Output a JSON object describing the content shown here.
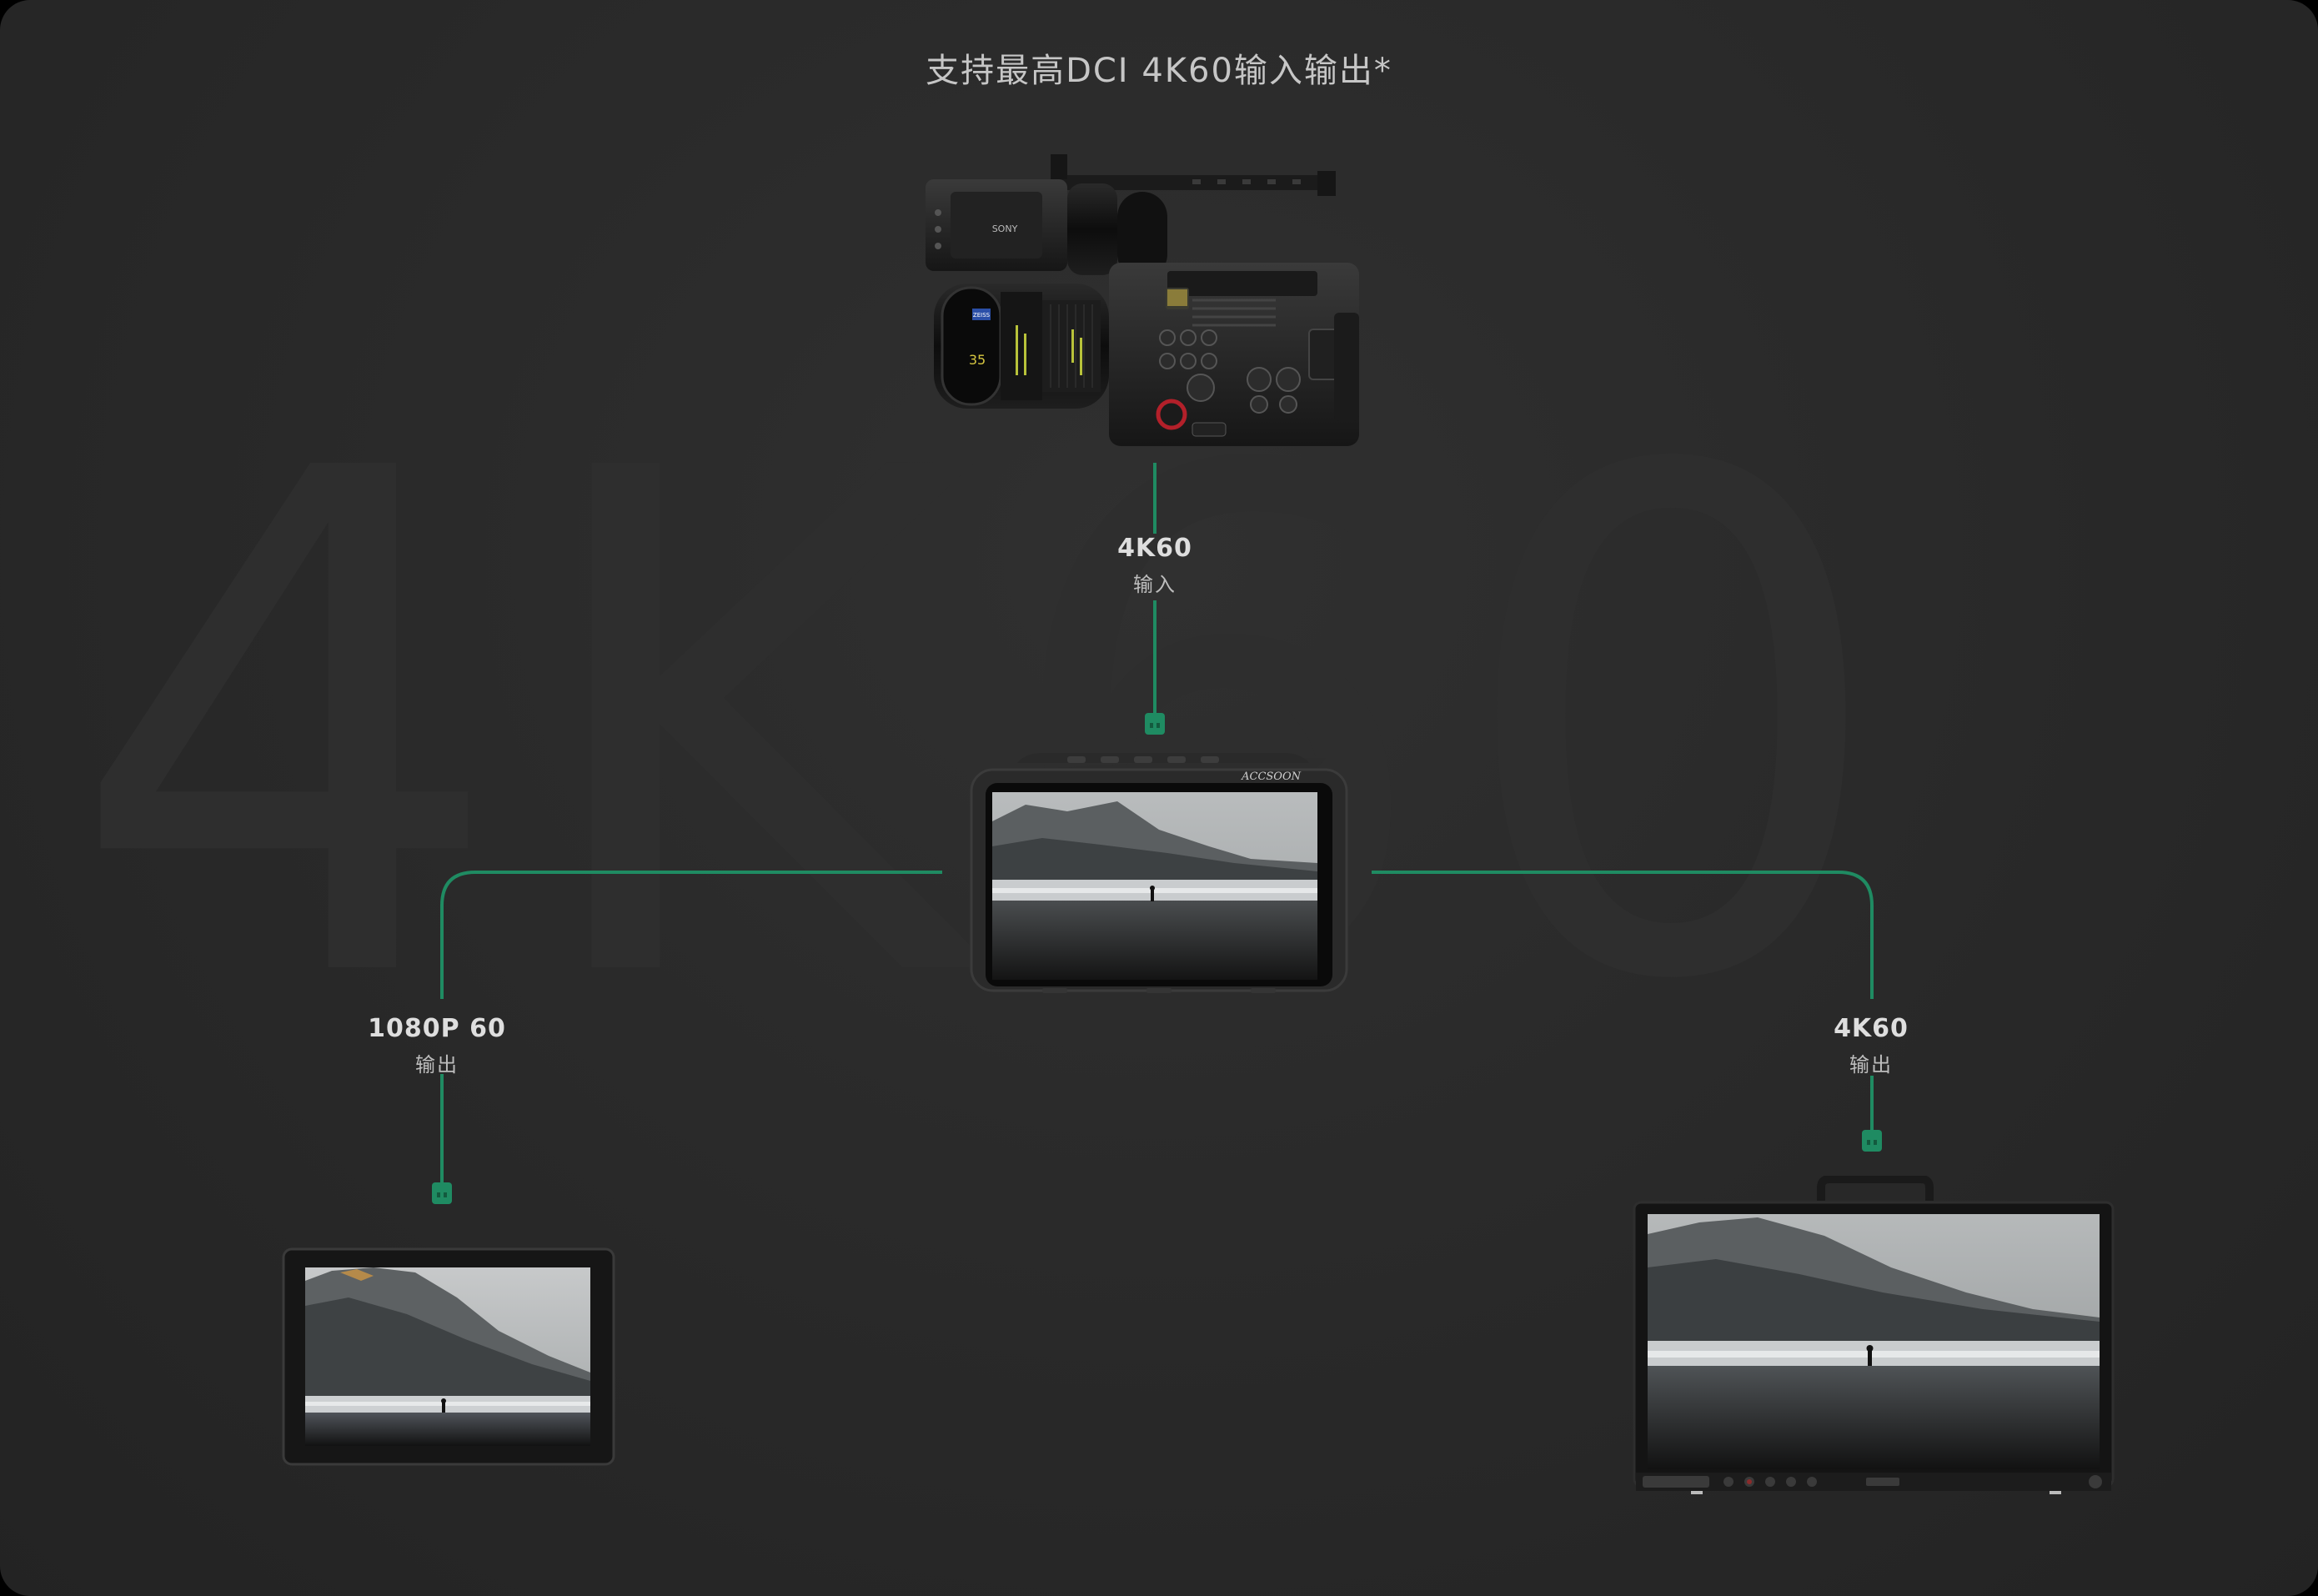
{
  "headline": "支持最高DCI 4K60输入输出*",
  "watermark": "4K60",
  "camera": {
    "lens_brand": "ZEISS",
    "lens_number": "35",
    "body_brand": "SONY"
  },
  "monitor_center": {
    "brand": "ACCSOON"
  },
  "links": {
    "input": {
      "spec": "4K60",
      "direction": "输入"
    },
    "out_left": {
      "spec": "1080P 60",
      "direction": "输出"
    },
    "out_right": {
      "spec": "4K60",
      "direction": "输出"
    }
  },
  "colors": {
    "background": "#2a2a2a",
    "accent_green": "#1f8b62",
    "headline_text": "#c6c6c6"
  }
}
